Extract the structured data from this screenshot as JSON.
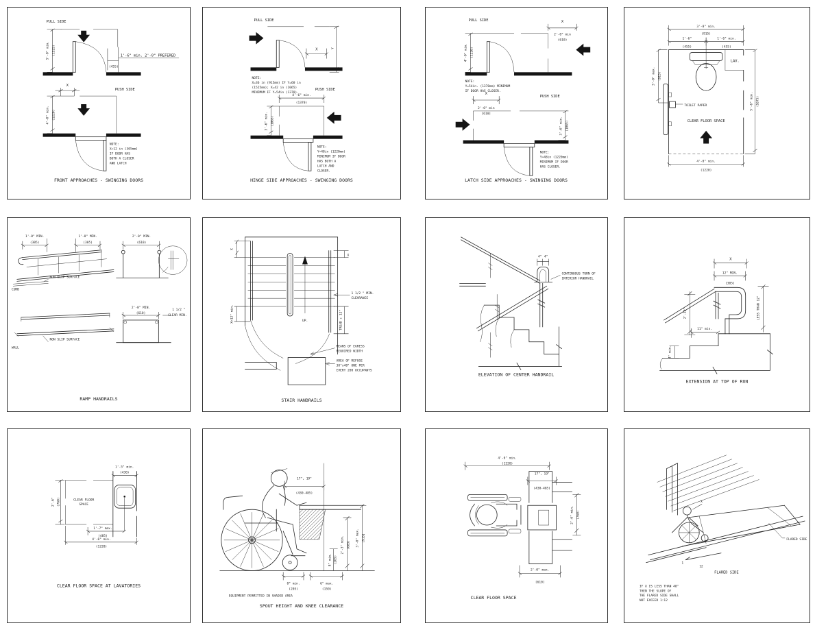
{
  "sheet": {
    "background": "#ffffff",
    "line_color": "#1c1c1c"
  },
  "panels": {
    "front_approaches": {
      "title": "FRONT APPROACHES - SWINGING DOORS",
      "pull_side_label": "PULL SIDE",
      "push_side_label": "PUSH SIDE",
      "pull_depth_dim": "5'-0\" min.",
      "pull_depth_mm": "(1525)",
      "latch_clearance_dim": "1'-6\" min. 2'-0\" PREFERED",
      "latch_clearance_mm": "(455)",
      "x_dim": "X",
      "push_depth_dim": "4'-0\" min.",
      "push_depth_mm": "(1220)",
      "note_lines": [
        "NOTE:",
        "X=12 in [305mm]",
        "IF DOOR HAS",
        "BOTH A CLOSER",
        "AND LATCH"
      ]
    },
    "hinge_side": {
      "title": "HINGE SIDE APPROACHES - SWINGING DOORS",
      "pull_side_label": "PULL SIDE",
      "push_side_label": "PUSH SIDE",
      "x_dim": "X",
      "y_dim": "Y",
      "pull_note_lines": [
        "NOTE:",
        "X=36 in (915mm) IF Y=60 in",
        "(1525mm); X=42 in (1065)",
        "MINIMUM IF Y=54in (1370)."
      ],
      "push_width_dim": "4'-6\" min.",
      "push_width_mm": "(1370)",
      "push_depth_dim": "3'-6\" min.",
      "push_depth_mm": "(1065)",
      "push_note_lines": [
        "NOTE:",
        "Y=48in (1220mm)",
        "MINIMUM IF DOOR",
        "HAS BOTH A",
        "LATCH AND",
        "CLOSER."
      ]
    },
    "latch_side": {
      "title": "LATCH SIDE APPROACHES - SWINGING DOORS",
      "pull_side_label": "PULL SIDE",
      "push_side_label": "PUSH SIDE",
      "x_dim": "X",
      "pull_x_dim": "2'-0\" min",
      "pull_x_mm": "(610)",
      "pull_depth_dim": "4'-0\" min.",
      "pull_depth_mm": "(1220)",
      "push_x_dim": "2'-0\" min",
      "push_x_mm": "[610]",
      "push_depth_dim": "3'-6\" min.",
      "push_depth_mm": "(1065)",
      "pull_note_lines": [
        "NOTE:",
        "Y=54in. (1370mm) MINIMUM",
        "IF DOOR HAS CLOSER."
      ],
      "push_note_lines": [
        "NOTE:",
        "Y=48in (1220mm)",
        "MINIMUM IF DOOR",
        "HAS CLOSER."
      ]
    },
    "toilet_clearance": {
      "width_dim": "3'-0\" min.",
      "width_mm": "(915)",
      "half_left_dim": "1'-6\"",
      "half_left_mm": "(455)",
      "half_right_dim": "1'-6\" min.",
      "half_right_mm": "(455)",
      "lav_label": "LAV.",
      "toilet_paper_label": "TOILET PAPER",
      "clear_floor_label": "CLEAR FLOOR SPACE",
      "side_dim": "3'-0\" max.",
      "side_mm": "(915)",
      "depth_dim": "5'-6\" min.",
      "depth_mm": "(1675)",
      "bottom_dim": "4'-0\" min.",
      "bottom_mm": "(1220)"
    },
    "ramp_handrails": {
      "title": "RAMP HANDRAILS",
      "ext_dim_left": "1'-0\" MIN.",
      "ext_mm_left": "(305)",
      "ext_dim_right": "1'-0\" MIN.",
      "ext_mm_right": "(305)",
      "width_dim_top": "2'-0\" MIN.",
      "width_mm_top": "(610)",
      "width_dim_bottom": "2'-0\" MIN.",
      "width_mm_bottom": "(610)",
      "clear_dim": "1 1/2 \"",
      "clear_label": "CLEAR MIN.",
      "non_slip_top": "NON SLIP SURFACE",
      "non_slip_bottom": "NON SLIP SURFACE",
      "curb_label": "CURB",
      "wall_label": "WALL"
    },
    "stair_handrails": {
      "title": "STAIR HANDRAILS",
      "x_dim_left": "X",
      "x_dim_right": "X",
      "x12_dim": "X=12\" min.",
      "clearance_line1": "1 1/2 \" MIN.",
      "clearance_line2": "CLEARANCE",
      "up_label": "UP.",
      "tread_dim": "TREAD + 12\"",
      "egress_line1": "MEANS OF EGRESS",
      "egress_line2": "REQUIRED WIDTH",
      "refuge_line1": "AREA OF REFUGE",
      "refuge_line2": "30\"x48\" ONE PER",
      "refuge_line3": "EVERY 200 OCCUPANTS"
    },
    "center_handrail": {
      "title": "ELEVATION OF CENTER HANDRAIL",
      "dim_a": "4\"",
      "dim_b": "4\"",
      "turn_line1": "CONTINUOUS TURN OF",
      "turn_line2": "INTERIOR HANDRAIL"
    },
    "extension_top": {
      "title": "EXTENSION AT TOP OF RUN",
      "x_dim": "X",
      "ext_dim": "12\" MIN.",
      "ext_mm": "[305]",
      "height_dim": "2'-10\"",
      "tread_dim": "11\" min.",
      "riser_dim": "4\" min.",
      "less_than_dim": "LESS THAN 12\""
    },
    "lavatory_clear_floor": {
      "title": "CLEAR FLOOR SPACE AT LAVATORIES",
      "top_dim": "1'-5\" min.",
      "top_mm": "(430)",
      "side_dim": "2'-6\"",
      "side_mm": "(760)",
      "clear_line1": "CLEAR FLOOR",
      "clear_line2": "SPACE",
      "offset_dim": "1'-7\" max.",
      "offset_mm": "(485)",
      "width_dim": "4'-0\" min.",
      "width_mm": "(1220)"
    },
    "spout_knee": {
      "title": "SPOUT HEIGHT AND KNEE CLEARANCE",
      "equipment_label": "EQUIPMENT PERMITTED IN SHADED AREA",
      "top_dim": "17\", 19\"",
      "top_mm": "(430-485)",
      "knee_dim": "2'-3\" min.",
      "knee_mm": "(685)",
      "spout_dim": "3'-0\" max.",
      "spout_mm": "[915]",
      "toe_dim": "8\" min.",
      "toe_mm": "(205)",
      "depth_dim": "8\" min.",
      "depth_mm": "(205)",
      "toe_depth_dim": "6\" max.",
      "toe_depth_mm": "(150)"
    },
    "clear_floor_plan": {
      "title": "CLEAR FLOOR SPACE",
      "width_dim": "4'-0\" min.",
      "width_mm": "(1220)",
      "unit_dim": "17\", 19\"",
      "unit_mm": "(430-485)",
      "depth_dim": "2'-6\" min.",
      "depth_mm": "(760)",
      "alcove_dim": "2'-0\" max.",
      "alcove_mm": "[610]"
    },
    "flared_side": {
      "title": "FLARED SIDE",
      "flared_label": "FLARED SIDE",
      "slope_num": "1",
      "slope_den": "12",
      "x_label": "X",
      "note_lines": [
        "IF X IS LESS THAN 48\"",
        "THEN  THE SLOPE OF",
        "THE FLARED SIDE SHALL",
        "NOT EXCEED 1:12"
      ]
    }
  }
}
